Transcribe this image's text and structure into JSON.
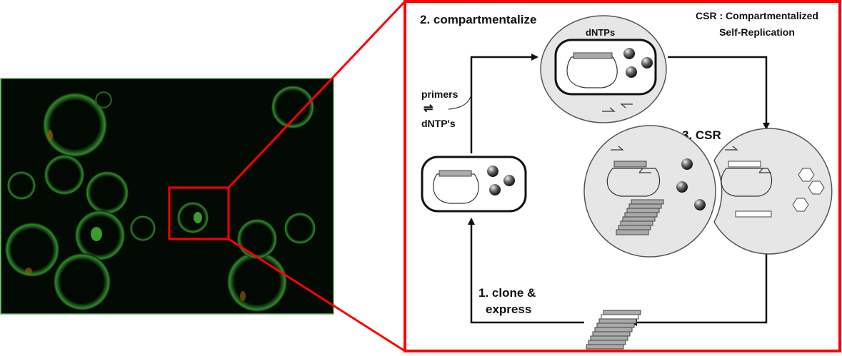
{
  "figure": {
    "step2_label": "2. compartmentalize",
    "dntps_label": "dNTPs",
    "csr_title_line1": "CSR : Compartmentalized",
    "csr_title_line2": "Self-Replication",
    "primers_label": "primers",
    "equilibrium_symbol": "⇌",
    "dntps_left_label": "dNTP's",
    "step3_label": "3. CSR",
    "step1_line1": "1. clone &",
    "step1_line2": "express"
  },
  "colors": {
    "highlight": "#ff0000",
    "micrograph_border": "#4caf50",
    "cell_fill": "#e6e6e6"
  }
}
